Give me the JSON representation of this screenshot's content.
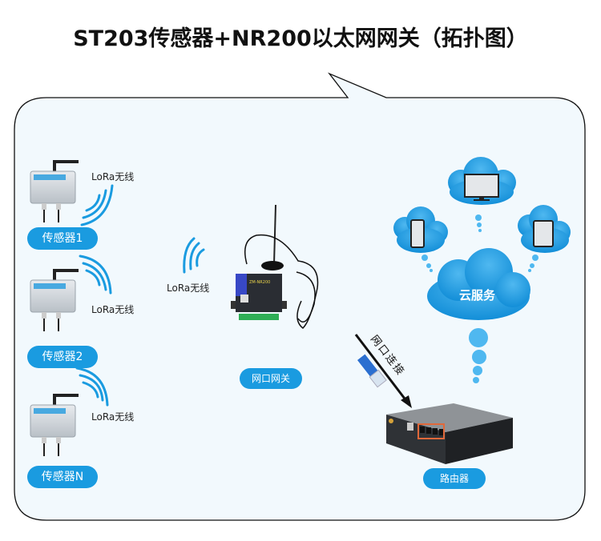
{
  "title": "ST203传感器+NR200以太网网关（拓扑图）",
  "sensors": [
    {
      "label": "传感器1",
      "link": "LoRa无线"
    },
    {
      "label": "传感器2",
      "link": "LoRa无线"
    },
    {
      "label": "传感器N",
      "link": "LoRa无线"
    }
  ],
  "gateway": {
    "label": "网口网关",
    "link": "LoRa无线",
    "model": "ZM-NR200"
  },
  "connection": {
    "label": "网口连接"
  },
  "router": {
    "label": "路由器"
  },
  "cloud": {
    "label": "云服务",
    "devices": [
      "monitor-icon",
      "phone-icon",
      "tablet-icon"
    ]
  },
  "colors": {
    "accent": "#1a9be0",
    "bubble_bg": "#f2f9fd",
    "wave": "#1a9be0"
  }
}
